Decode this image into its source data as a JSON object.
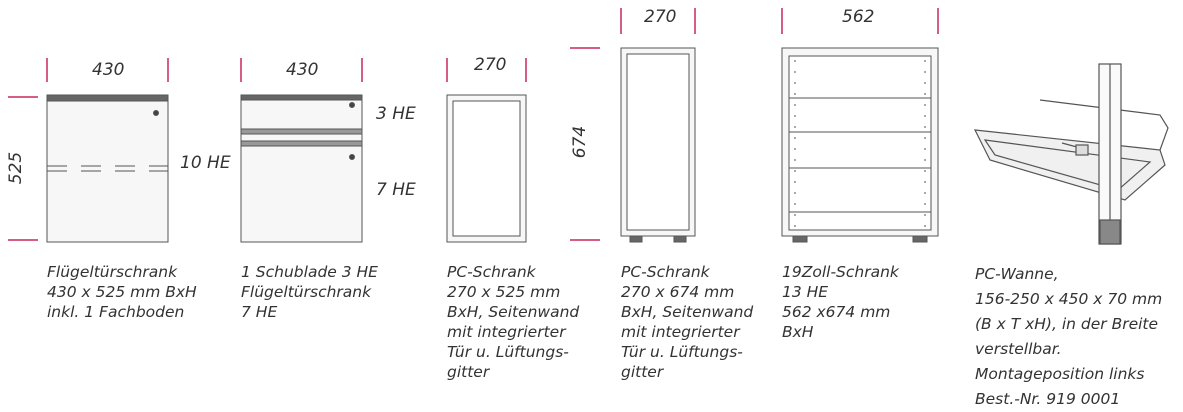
{
  "items": [
    {
      "dims": {
        "width": "430",
        "height": "525"
      },
      "he_label": "10 HE",
      "caption": "Flügeltürschrank\n430 x 525 mm BxH\ninkl. 1 Fachboden"
    },
    {
      "dims": {
        "width": "430"
      },
      "he_top": "3 HE",
      "he_bottom": "7 HE",
      "caption": "1 Schublade 3 HE\nFlügeltürschrank\n7 HE"
    },
    {
      "dims": {
        "width": "270"
      },
      "caption": "PC-Schrank\n270 x 525 mm\nBxH, Seitenwand\nmit integrierter\nTür u. Lüftungs-\ngitter"
    },
    {
      "dims": {
        "width": "270",
        "height": "674"
      },
      "caption": "PC-Schrank\n270 x 674 mm\nBxH, Seitenwand\nmit integrierter\nTür u. Lüftungs-\ngitter"
    },
    {
      "dims": {
        "width": "562"
      },
      "caption": "19Zoll-Schrank\n13 HE\n562 x674 mm\nBxH"
    },
    {
      "caption": "PC-Wanne,\n156-250 x 450 x 70 mm\n(B x T xH), in der Breite\nverstellbar.\nMontageposition links\nBest.-Nr. 919 0001"
    }
  ],
  "colors": {
    "dimension_marker": "#c8285a",
    "outline": "#555555"
  }
}
